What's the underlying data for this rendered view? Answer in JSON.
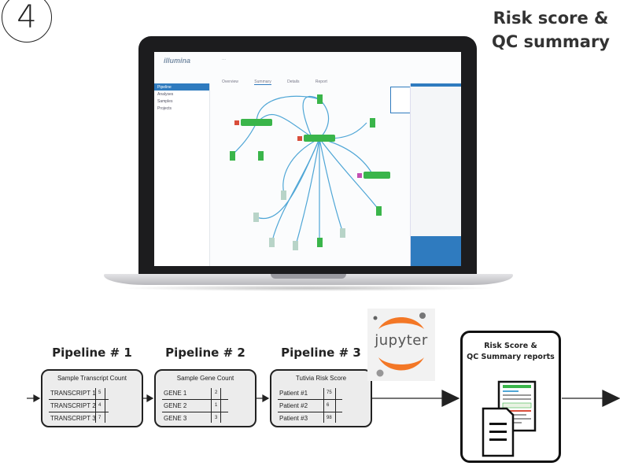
{
  "step_number": "4",
  "title": {
    "line1": "Risk score &",
    "line2": "QC summary"
  },
  "screen": {
    "logo": "illumina",
    "breadcrumb": "...",
    "tabs": [
      "Overview",
      "Summary",
      "Details",
      "Report"
    ],
    "sidebar": [
      "Pipeline",
      "Analyses",
      "Samples",
      "Projects"
    ]
  },
  "pipelines": [
    {
      "label": "Pipeline # 1",
      "box_title": "Sample Transcript Count",
      "rows": [
        {
          "name": "TRANSCRIPT 1",
          "value": "5"
        },
        {
          "name": "TRANSCRIPT 2",
          "value": "4"
        },
        {
          "name": "TRANSCRIPT 3",
          "value": "7"
        }
      ]
    },
    {
      "label": "Pipeline # 2",
      "box_title": "Sample Gene Count",
      "rows": [
        {
          "name": "GENE 1",
          "value": "2"
        },
        {
          "name": "GENE 2",
          "value": "1"
        },
        {
          "name": "GENE 3",
          "value": "3"
        }
      ]
    },
    {
      "label": "Pipeline # 3",
      "box_title": "Tutivia Risk Score",
      "rows": [
        {
          "name": "Patient #1",
          "value": "75"
        },
        {
          "name": "Patient #2",
          "value": "6"
        },
        {
          "name": "Patient #3",
          "value": "98"
        }
      ]
    }
  ],
  "jupyter": {
    "text": "jupyter",
    "brand_color": "#f37726"
  },
  "report": {
    "title_line1": "Risk Score &",
    "title_line2": "QC Summary reports"
  },
  "colors": {
    "node_green": "#3ab54a",
    "edge_blue": "#4fa6d6",
    "accent_blue": "#2f7bbf",
    "box_fill": "#ececec"
  }
}
